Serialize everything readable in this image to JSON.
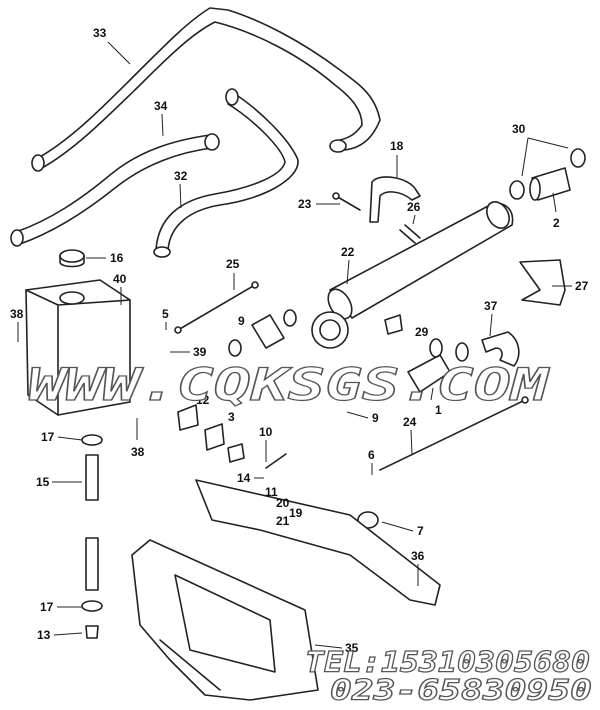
{
  "labels": {
    "l1": "1",
    "l2": "2",
    "l3": "3",
    "l5": "5",
    "l6": "6",
    "l7": "7",
    "l9a": "9",
    "l9b": "9",
    "l10": "10",
    "l11": "11",
    "l12": "12",
    "l13": "13",
    "l14": "14",
    "l15": "15",
    "l16": "16",
    "l17a": "17",
    "l17b": "17",
    "l18": "18",
    "l19": "19",
    "l20": "20",
    "l21": "21",
    "l22": "22",
    "l23": "23",
    "l24": "24",
    "l25": "25",
    "l26": "26",
    "l27": "27",
    "l29": "29",
    "l30": "30",
    "l32": "32",
    "l33": "33",
    "l34": "34",
    "l35": "35",
    "l36": "36",
    "l37": "37",
    "l38a": "38",
    "l38b": "38",
    "l39": "39",
    "l40": "40"
  },
  "watermark": {
    "site": "WWW.CQKSGS.COM",
    "tel": "TEL:15310305680",
    "phone2": "023-65830950"
  }
}
